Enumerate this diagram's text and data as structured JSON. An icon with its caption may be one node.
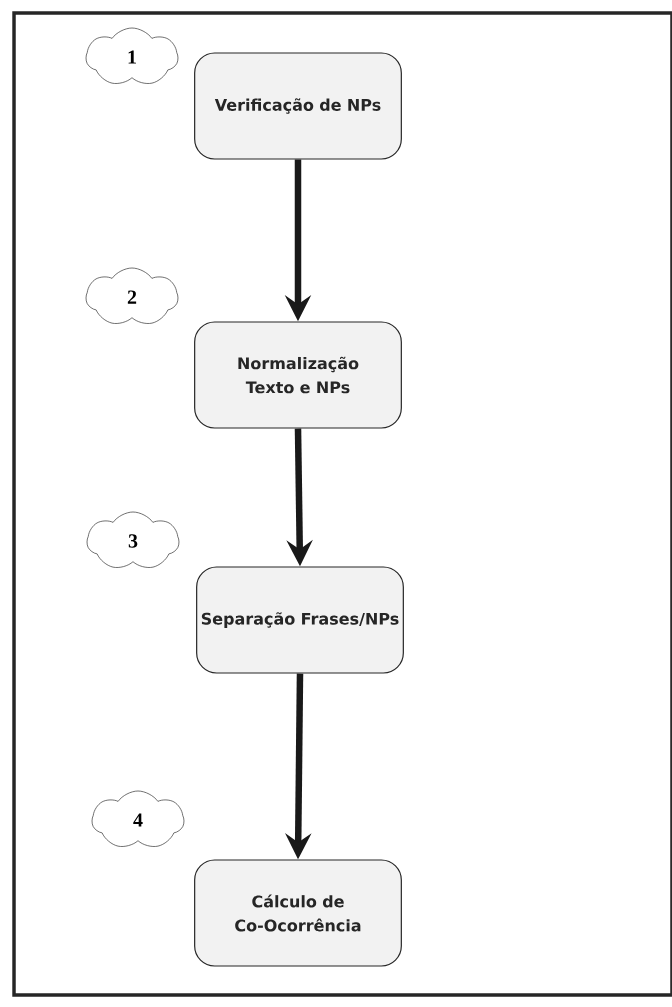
{
  "diagram": {
    "nodes": [
      {
        "text": [
          "1"
        ]
      },
      {
        "text": [
          "Verificação de NPs"
        ]
      },
      {
        "text": [
          "2"
        ]
      },
      {
        "text": [
          "Normalização Texto e NPs"
        ]
      },
      {
        "text": [
          "3"
        ]
      },
      {
        "text": [
          "Separação Frases/NPs"
        ]
      },
      {
        "text": [
          "4"
        ]
      },
      {
        "text": [
          "Cálculo de Co-Ocorrência"
        ]
      }
    ],
    "edges": [
      {
        "from": 1,
        "to": 3,
        "arrow": "to"
      },
      {
        "from": 3,
        "to": 5,
        "arrow": "to"
      },
      {
        "from": 5,
        "to": 7,
        "arrow": "to"
      }
    ]
  }
}
